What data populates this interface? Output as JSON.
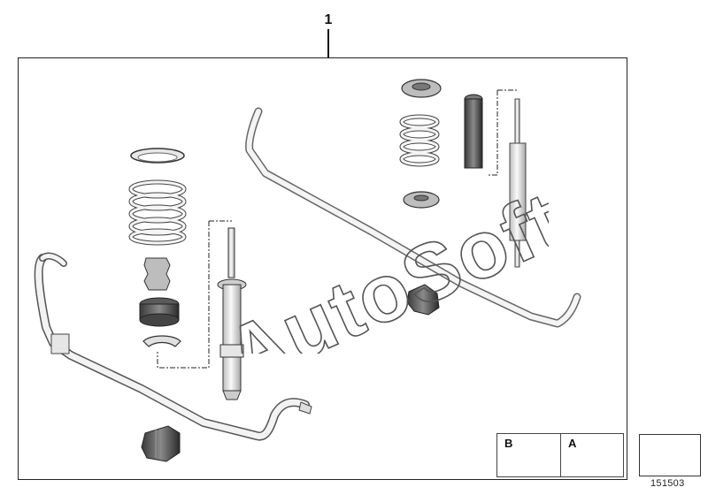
{
  "callout": {
    "number": "1"
  },
  "legend": {
    "bolt_label": "B",
    "nut_label": "A"
  },
  "drawing_number": "151503",
  "watermark_text": "AutoSoft",
  "colors": {
    "outline": "#222222",
    "part_light": "#f4f4f4",
    "part_mid": "#c8c8c8",
    "part_dark": "#555555"
  }
}
